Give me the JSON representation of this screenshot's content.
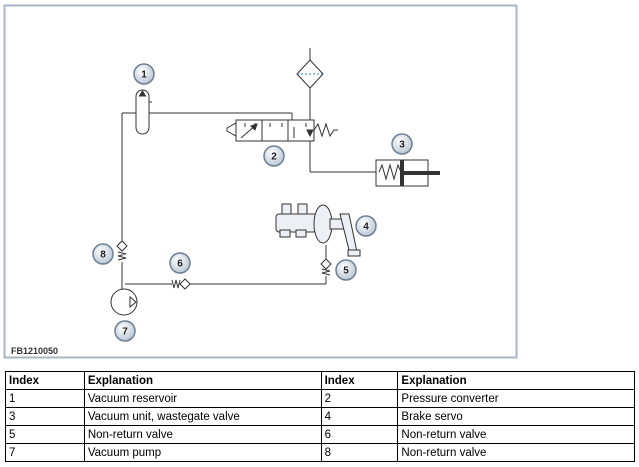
{
  "figure": {
    "id": "FB1210050",
    "callouts": [
      "1",
      "2",
      "3",
      "4",
      "5",
      "6",
      "7",
      "8"
    ]
  },
  "legend_table": {
    "headers": [
      "Index",
      "Explanation",
      "Index",
      "Explanation"
    ],
    "rows": [
      [
        "1",
        "Vacuum reservoir",
        "2",
        "Pressure converter"
      ],
      [
        "3",
        "Vacuum unit, wastegate valve",
        "4",
        "Brake servo"
      ],
      [
        "5",
        "Non-return valve",
        "6",
        "Non-return valve"
      ],
      [
        "7",
        "Vacuum pump",
        "8",
        "Non-return valve"
      ]
    ]
  },
  "colors": {
    "frame": "#a7b6c8",
    "line": "#333333",
    "callout_fill": "#c9d3e0",
    "callout_stroke": "#6f7f93",
    "filter_fill": "#2a7fd1"
  }
}
